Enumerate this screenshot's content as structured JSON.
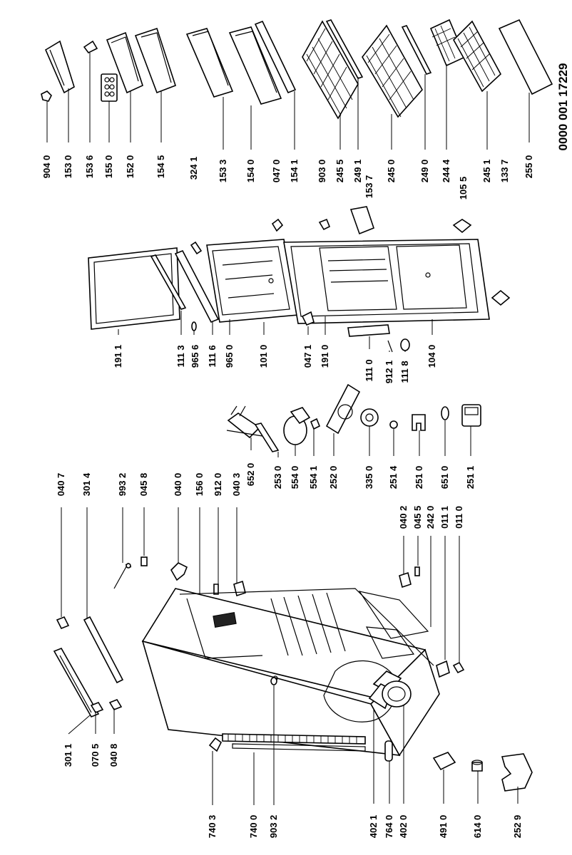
{
  "document_number": "0000 001 17229",
  "labels": {
    "l_9040": "904 0",
    "l_1530": "153 0",
    "l_1536": "153 6",
    "l_1550": "155 0",
    "l_1520": "152 0",
    "l_1545": "154 5",
    "l_3241": "324 1",
    "l_1533": "153 3",
    "l_1540": "154 0",
    "l_0470": "047 0",
    "l_1541": "154 1",
    "l_9030": "903 0",
    "l_2455": "245 5",
    "l_2491": "249 1",
    "l_1537": "153 7",
    "l_2450": "245 0",
    "l_2490": "249 0",
    "l_2444": "244 4",
    "l_1055": "105 5",
    "l_2451": "245 1",
    "l_1337": "133 7",
    "l_2550": "255 0",
    "l_1911": "191 1",
    "l_1113": "111 3",
    "l_9656": "965 6",
    "l_1116": "111 6",
    "l_9650": "965 0",
    "l_1010": "101 0",
    "l_0471": "047 1",
    "l_1910": "191 0",
    "l_1110": "111 0",
    "l_9121": "912 1",
    "l_1118": "111 8",
    "l_1040": "104 0",
    "l_0407": "040 7",
    "l_3014": "301 4",
    "l_9932": "993 2",
    "l_0458": "045 8",
    "l_0400": "040 0",
    "l_1560": "156 0",
    "l_9120": "912 0",
    "l_0403": "040 3",
    "l_6520": "652 0",
    "l_2530": "253 0",
    "l_5540": "554 0",
    "l_5541": "554 1",
    "l_2520": "252 0",
    "l_3350": "335 0",
    "l_2514": "251 4",
    "l_2510": "251 0",
    "l_6510": "651 0",
    "l_2511": "251 1",
    "l_0402": "040 2",
    "l_0455": "045 5",
    "l_2420": "242 0",
    "l_0111": "011 1",
    "l_0110": "011 0",
    "l_3011": "301 1",
    "l_0705": "070 5",
    "l_0408": "040 8",
    "l_7403": "740 3",
    "l_7400": "740 0",
    "l_9032": "903 2",
    "l_4021": "402 1",
    "l_7640": "764 0",
    "l_4020": "402 0",
    "l_4910": "491 0",
    "l_6140": "614 0",
    "l_2529": "252 9"
  }
}
